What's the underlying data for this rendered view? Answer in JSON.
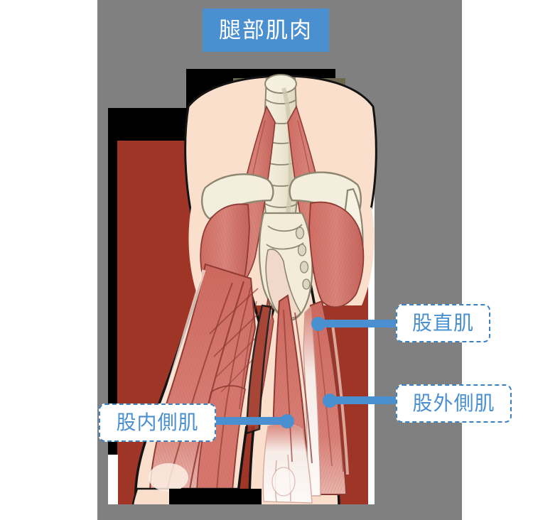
{
  "title": {
    "text": "腿部肌肉",
    "bar_color": "#4a8fcf",
    "text_color": "#ffffff"
  },
  "illustration": {
    "subject": "anterior-thigh-musculature",
    "view": "anterior",
    "background_colors": {
      "outer_white": "#ffffff",
      "gray_panel": "#808080",
      "black_panel": "#000000",
      "maroon_panel": "#9e3527",
      "olive_patch": "#6e6750"
    },
    "anatomy_colors": {
      "muscle": "#d4766c",
      "muscle_dark": "#a8453c",
      "muscle_line": "#8e3a33",
      "bone": "#f2ecd9",
      "bone_outline": "#8d8670",
      "skin": "#fbdfcd",
      "tendon": "#fdf7f2",
      "outline": "#1a1a1a"
    },
    "structures": [
      "lumbar-spine",
      "sacrum",
      "iliac-crest",
      "pelvis",
      "psoas-major",
      "gluteus-medius",
      "tensor-fasciae-latae",
      "rectus-femoris",
      "vastus-lateralis",
      "vastus-medialis",
      "sartorius",
      "adductor-group",
      "iliotibial-band",
      "patella"
    ]
  },
  "callouts": [
    {
      "id": "rectus-femoris",
      "label": "股直肌",
      "side": "right",
      "border_color": "#3b82c4",
      "text_color": "#4a8fcf",
      "leader_color": "#4a8fcf"
    },
    {
      "id": "vastus-lateralis",
      "label": "股外側肌",
      "side": "right",
      "border_color": "#3b82c4",
      "text_color": "#4a8fcf",
      "leader_color": "#4a8fcf"
    },
    {
      "id": "vastus-medialis",
      "label": "股内側肌",
      "side": "left",
      "border_color": "#3b82c4",
      "text_color": "#4a8fcf",
      "leader_color": "#4a8fcf"
    }
  ]
}
